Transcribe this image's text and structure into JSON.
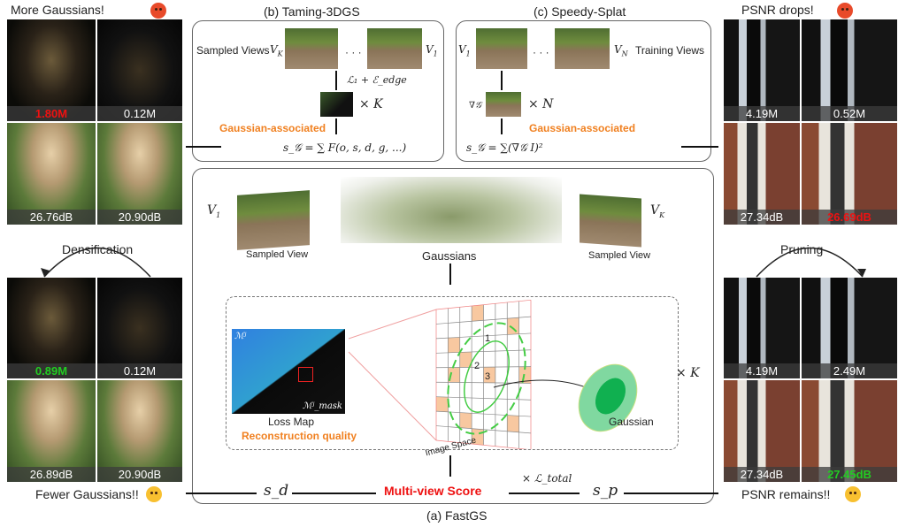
{
  "left": {
    "title": "More Gaussians!",
    "row1": [
      "1.80M",
      "0.12M"
    ],
    "row2": [
      "26.76dB",
      "20.90dB"
    ],
    "mid_label": "Densification",
    "row3": [
      "0.89M",
      "0.12M"
    ],
    "row4": [
      "26.89dB",
      "20.90dB"
    ],
    "bottom": "Fewer Gaussians!!"
  },
  "right": {
    "title": "PSNR drops!",
    "row1": [
      "4.19M",
      "0.52M"
    ],
    "row2": [
      "27.34dB",
      "26.69dB"
    ],
    "mid_label": "Pruning",
    "row3": [
      "4.19M",
      "2.49M"
    ],
    "row4": [
      "27.34dB",
      "27.45dB"
    ],
    "bottom": "PSNR remains!!"
  },
  "taming": {
    "title": "(b) Taming-3DGS",
    "sampled_views": "Sampled Views",
    "vk": "V",
    "vk_sub": "K",
    "v1": "V",
    "v1_sub": "1",
    "dots": "· · ·",
    "loss": "ℒ₁ + ℰ_edge",
    "times": "× K",
    "assoc": "Gaussian-associated",
    "score": "s_𝒢 = ∑ F(o, s, d, g, ...)"
  },
  "speedy": {
    "title": "(c) Speedy-Splat",
    "training_views": "Training Views",
    "v1": "V",
    "v1_sub": "1",
    "vn": "V",
    "vn_sub": "N",
    "dots": "· · ·",
    "grad": "∇𝒢",
    "times": "× N",
    "assoc": "Gaussian-associated",
    "score": "s_𝒢 = ∑(∇𝒢 I)²"
  },
  "fastgs": {
    "caption": "(a) FastGS",
    "v1": "V",
    "v1_sub": "1",
    "vk": "V",
    "vk_sub": "K",
    "sampled_view_left": "Sampled View",
    "sampled_view_right": "Sampled View",
    "gaussians": "Gaussians",
    "m_j": "ℳʲ",
    "m_mask": "ℳʲ_mask",
    "loss_map": "Loss Map",
    "recon": "Reconstruction quality",
    "image_space": "Image Space",
    "gaussian": "Gaussian",
    "times_k": "× K",
    "cells": [
      "1",
      "2",
      "3"
    ],
    "score": "Multi-view Score",
    "sd": "s_d",
    "sp": "s_p",
    "ltotal": "× ℒ_total"
  },
  "colors": {
    "red": "#ee1111",
    "green": "#22cc22",
    "orange": "#f08020"
  }
}
